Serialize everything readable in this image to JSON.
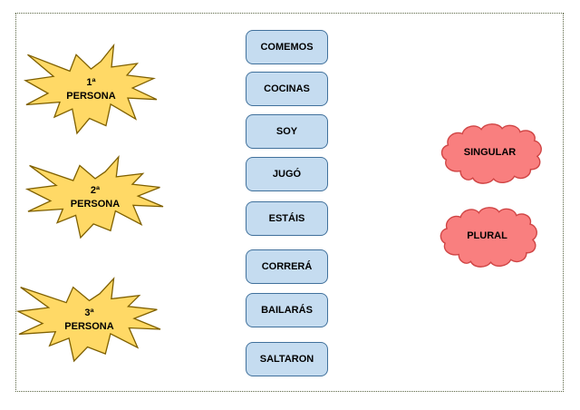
{
  "colors": {
    "frame_border": "#5a6544",
    "star_fill": "#FFD966",
    "star_stroke": "#7F6000",
    "card_fill": "#C5DCF0",
    "card_stroke": "#41719C",
    "cloud_fill": "#F97F7F",
    "cloud_stroke": "#D04545",
    "text": "#000000"
  },
  "persons": [
    {
      "ordinal": "1ª",
      "word": "PERSONA"
    },
    {
      "ordinal": "2ª",
      "word": "PERSONA"
    },
    {
      "ordinal": "3ª",
      "word": "PERSONA"
    }
  ],
  "verbs": [
    "COMEMOS",
    "COCINAS",
    "SOY",
    "JUGÓ",
    "ESTÁIS",
    "CORRERÁ",
    "BAILARÁS",
    "SALTARON"
  ],
  "numbers": [
    "SINGULAR",
    "PLURAL"
  ]
}
